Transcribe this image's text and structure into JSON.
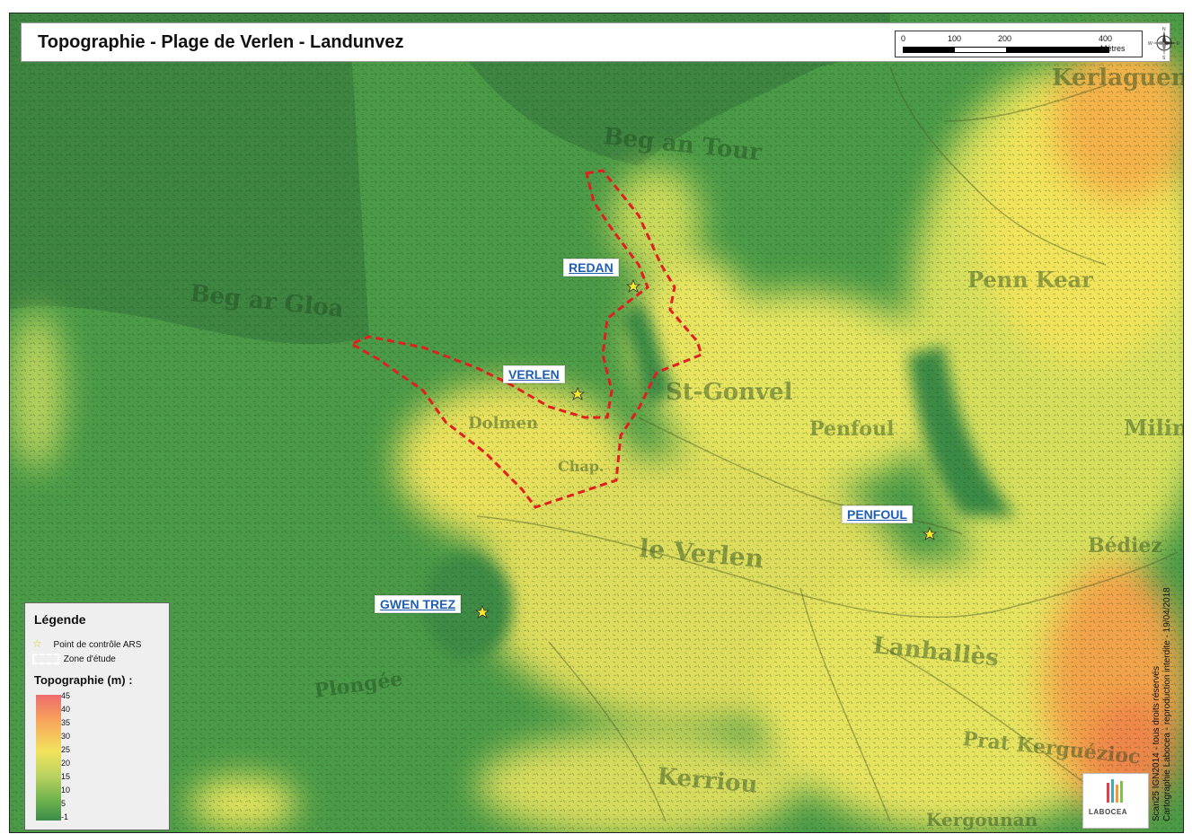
{
  "map": {
    "title": "Topographie - Plage de Verlen - Landunvez",
    "scale": {
      "ticks": [
        "0",
        "100",
        "200",
        "400"
      ],
      "unit": "Mètres"
    },
    "compass": {
      "n": "N",
      "s": "S",
      "e": "E",
      "w": "W"
    },
    "places": [
      {
        "id": "redan",
        "label": "REDAN"
      },
      {
        "id": "verlen",
        "label": "VERLEN"
      },
      {
        "id": "penfoul",
        "label": "PENFOUL"
      },
      {
        "id": "gwen-trez",
        "label": "GWEN TREZ"
      }
    ],
    "basemap_labels": {
      "beg_an_tour": "Beg an Tour",
      "beg_ar_gloa": "Beg ar Gloa",
      "penn_kear": "Penn Kear",
      "st_gonvel": "St-Gonvel",
      "le_verlen": "le Verlen",
      "lanhalles": "Lanhallès",
      "kerlaguen": "Kerlaguen",
      "bediez": "Bédiez",
      "milin_goz": "Milin Goz",
      "prat_kerguezioc": "Prat Kerguézioc",
      "kerriou": "Kerriou",
      "plongee": "Plongée",
      "penfoul_map": "Penfoul",
      "dolmen": "Dolmen",
      "chap": "Chap.",
      "kergounan": "Kergounan"
    },
    "legend": {
      "title": "Légende",
      "control_point": "Point de contrôle ARS",
      "study_zone": "Zone d'étude",
      "topo_title": "Topographie (m) :",
      "ticks": [
        "45",
        "40",
        "35",
        "30",
        "25",
        "20",
        "15",
        "10",
        "5",
        "-1"
      ]
    },
    "credits": {
      "line1": "Scan25 IGN2014 - tous droits réservés",
      "line2": "Cartographie Labocea - reproduction interdite - 19/04/2018"
    },
    "logo_text": "LABOCEA",
    "colors": {
      "sea": "#3f8a43",
      "low": "#5aa54a",
      "mid": "#c9d95a",
      "high": "#f4e35a",
      "peak": "#f49a3c",
      "zone": "#e02020",
      "label_blue": "#1f5fb3"
    }
  }
}
